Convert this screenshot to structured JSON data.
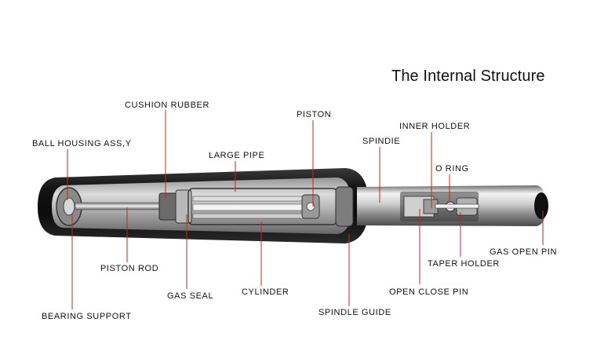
{
  "title": "The Internal Structure",
  "labels": {
    "cushion_rubber": "CUSHION RUBBER",
    "piston": "PISTON",
    "inner_holder": "INNER HOLDER",
    "ball_housing": "BALL HOUSING ASS,Y",
    "spindle": "SPINDIE",
    "large_pipe": "LARGE PIPE",
    "o_ring": "O RING",
    "gas_open_pin": "GAS OPEN PIN",
    "taper_holder": "TAPER HOLDER",
    "piston_rod": "PISTON ROD",
    "open_close_pin": "OPEN CLOSE PIN",
    "gas_seal": "GAS SEAL",
    "cylinder": "CYLINDER",
    "bearing_support": "BEARING SUPPORT",
    "spindle_guide": "SPINDLE GUIDE"
  },
  "colors": {
    "leader_line": "#c0281c",
    "body": "#1c1c1c",
    "metal_light": "#e8e8e8",
    "metal_dark": "#5a5a5a"
  }
}
